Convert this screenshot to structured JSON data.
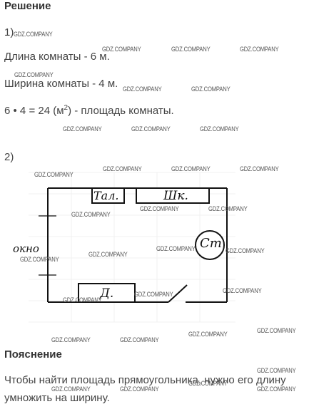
{
  "solution": {
    "heading": "Решение",
    "step1": "1)",
    "length_line": "Длина комнаты - 6 м.",
    "width_line": "Ширина комнаты - 4 м.",
    "area_prefix": "6 • 4 = 24 (м",
    "area_sup": "2",
    "area_suffix": ") - площадь комнаты.",
    "step2": "2)"
  },
  "plan": {
    "table_label": "Тал.",
    "wardrobe_label": "Шк.",
    "chair_label": "Ст",
    "sofa_label": "Д.",
    "window_label": "окно"
  },
  "explanation": {
    "heading": "Пояснение",
    "text_line1": "Чтобы найти площадь прямоугольника, нужно его длину",
    "text_line2": "умножить на ширину."
  },
  "watermark": "GDZ.COMPANY"
}
